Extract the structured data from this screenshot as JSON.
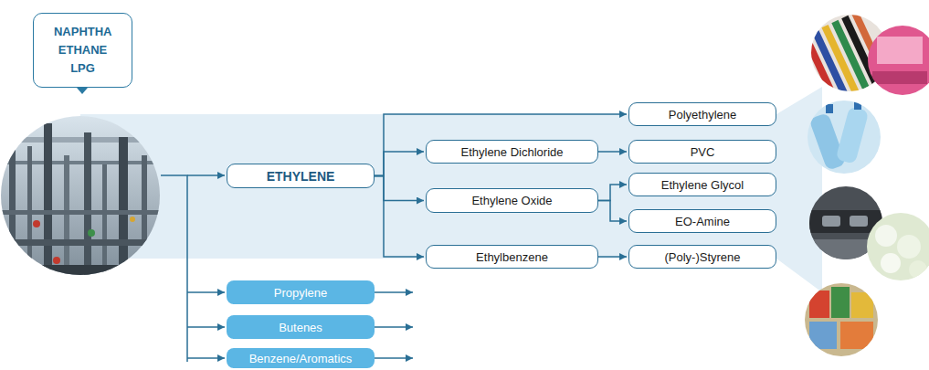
{
  "diagram": {
    "nodes": [
      {
        "text": [
          "NAPHTHA ETHANE LPG"
        ]
      },
      {
        "text": [
          "ETHYLENE"
        ]
      },
      {
        "text": [
          "Polyethylene"
        ]
      },
      {
        "text": [
          "Ethylene Dichloride"
        ]
      },
      {
        "text": [
          "PVC"
        ]
      },
      {
        "text": [
          "Ethylene Oxide"
        ]
      },
      {
        "text": [
          "Ethylene Glycol"
        ]
      },
      {
        "text": [
          "EO-Amine"
        ]
      },
      {
        "text": [
          "Ethylbenzene"
        ]
      },
      {
        "text": [
          "(Poly-)Styrene"
        ]
      },
      {
        "text": [
          "Propylene"
        ]
      },
      {
        "text": [
          "Butenes"
        ]
      },
      {
        "text": [
          "Benzene/Aromatics"
        ]
      }
    ],
    "edges": [
      {
        "from": 1,
        "to": 2,
        "arrow": "to"
      },
      {
        "from": 1,
        "to": 3,
        "arrow": "to"
      },
      {
        "from": 1,
        "to": 5,
        "arrow": "to"
      },
      {
        "from": 1,
        "to": 8,
        "arrow": "to"
      },
      {
        "from": 3,
        "to": 4,
        "arrow": "to"
      },
      {
        "from": 5,
        "to": 6,
        "arrow": "to"
      },
      {
        "from": 5,
        "to": 7,
        "arrow": "to"
      },
      {
        "from": 8,
        "to": 9,
        "arrow": "to"
      }
    ]
  }
}
